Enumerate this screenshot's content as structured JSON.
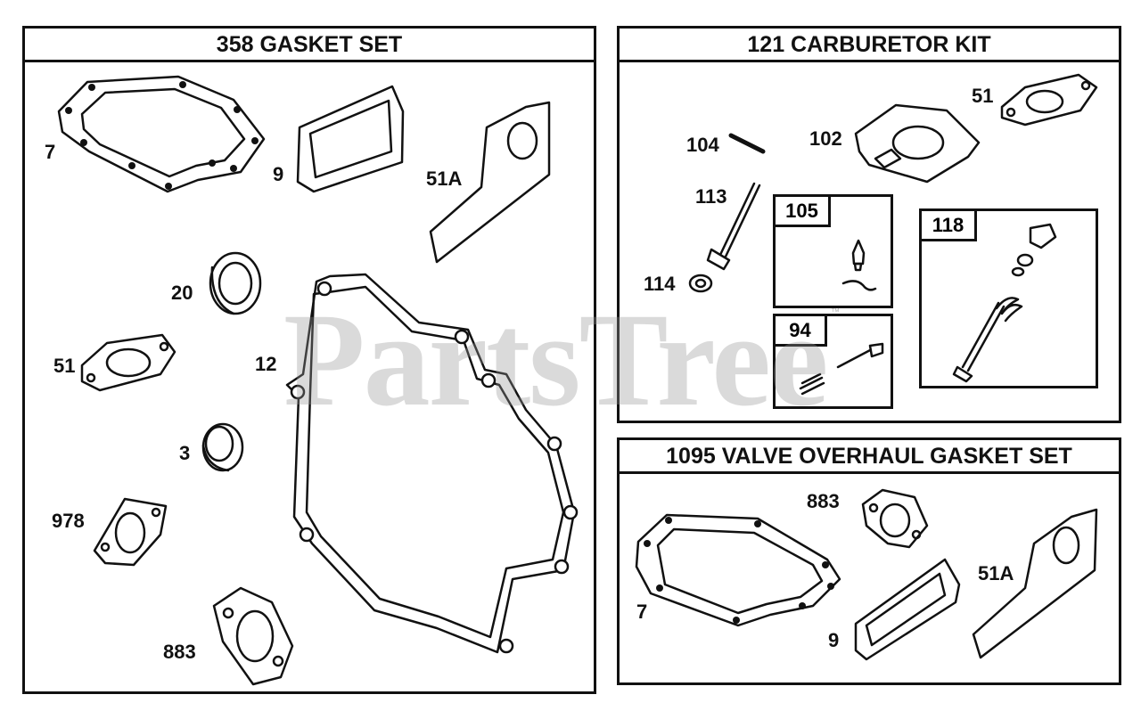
{
  "panels": {
    "gasket_set": {
      "title": "358 GASKET SET",
      "labels": [
        "7",
        "9",
        "51A",
        "20",
        "12",
        "51",
        "3",
        "978",
        "883"
      ]
    },
    "carburetor_kit": {
      "title": "121 CARBURETOR KIT",
      "labels": [
        "104",
        "102",
        "51",
        "113",
        "114"
      ],
      "subboxes": {
        "b105": "105",
        "b118": "118",
        "b94": "94"
      }
    },
    "valve_overhaul": {
      "title": "1095 VALVE OVERHAUL GASKET SET",
      "labels": [
        "883",
        "51A",
        "7",
        "9"
      ]
    }
  },
  "watermark": {
    "text": "PartsTree",
    "mark": "™"
  }
}
